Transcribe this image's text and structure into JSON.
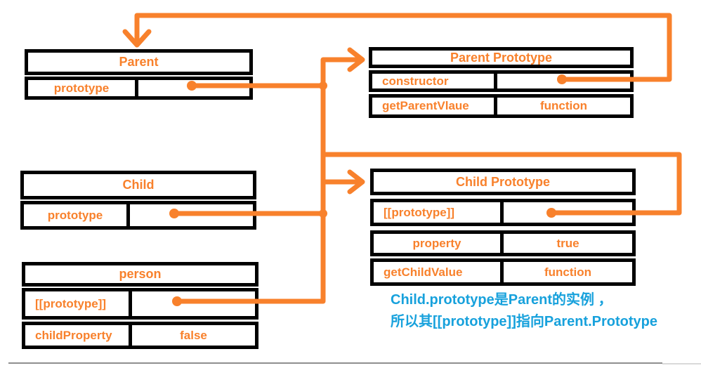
{
  "colors": {
    "accent_orange": "#f8812c",
    "note_blue": "#17a1dc",
    "box_border": "#000000",
    "canvas_bg": "#ffffff",
    "divider_dark": "#8f8f8f",
    "divider_light": "#d9d9d9"
  },
  "boxes": {
    "parent": {
      "title": "Parent",
      "rows": [
        {
          "key": "prototype",
          "value": ""
        }
      ]
    },
    "parent_prototype": {
      "title": "Parent Prototype",
      "rows": [
        {
          "key": "constructor",
          "value": ""
        },
        {
          "key": "getParentVlaue",
          "value": "function"
        }
      ]
    },
    "child": {
      "title": "Child",
      "rows": [
        {
          "key": "prototype",
          "value": ""
        }
      ]
    },
    "child_prototype": {
      "title": "Child Prototype",
      "rows": [
        {
          "key": "[[prototype]]",
          "value": ""
        },
        {
          "key": "property",
          "value": "true"
        },
        {
          "key": "getChildValue",
          "value": "function"
        }
      ]
    },
    "person": {
      "title": "person",
      "rows": [
        {
          "key": "[[prototype]]",
          "value": ""
        },
        {
          "key": "childProperty",
          "value": "false"
        }
      ]
    }
  },
  "edges": [
    {
      "from": "Parent.prototype",
      "to": "Parent Prototype"
    },
    {
      "from": "Parent Prototype.constructor",
      "to": "Parent"
    },
    {
      "from": "Child.prototype",
      "to": "Child Prototype"
    },
    {
      "from": "Child Prototype.[[prototype]]",
      "to": "Parent Prototype"
    },
    {
      "from": "person.[[prototype]]",
      "to": "Child Prototype"
    }
  ],
  "note": {
    "line1": "Child.prototype是Parent的实例 ，",
    "line2": "所以其[[prototype]]指向Parent.Prototype"
  }
}
